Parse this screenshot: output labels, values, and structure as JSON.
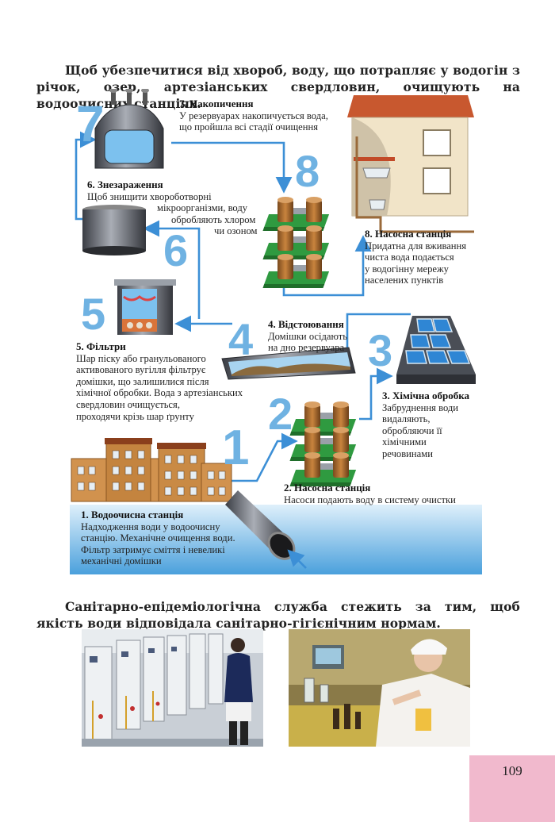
{
  "intro_text": "Щоб убезпечитися від хвороб, воду, що потрапляє у водогін з річок, озер, артезіанських свердловин, очищують на водоочисних станціях.",
  "closing_text": "Санітарно-епідеміологічна служба стежить за тим, щоб якість води відповідала санітарно-гігієнічним нормам.",
  "page_number": "109",
  "colors": {
    "arrow": "#3c8fd6",
    "number": "#6fb2e2",
    "water": "#5aa9e0",
    "page_box": "#f1b9cd",
    "brick": "#b8762e",
    "platform": "#33a244"
  },
  "stages": [
    {
      "num": "1",
      "title": "1. Водоочисна станція",
      "lines": [
        "Надходження води у водоочисну",
        "станцію. Механічне очищення води.",
        "Фільтр затримує сміття і невеликі",
        "механічні домішки"
      ]
    },
    {
      "num": "2",
      "title": "2. Насосна станція",
      "lines": [
        "Насоси подають воду в систему очистки"
      ]
    },
    {
      "num": "3",
      "title": "3. Хімічна обробка",
      "lines": [
        "Забруднення води",
        "видаляють,",
        "обробляючи її",
        "хімічними",
        "речовинами"
      ]
    },
    {
      "num": "4",
      "title": "4. Відстоювання",
      "lines": [
        "Домішки осідають",
        "на дно резервуара"
      ]
    },
    {
      "num": "5",
      "title": "5. Фільтри",
      "lines": [
        "Шар піску або гранульованого",
        "активованого вугілля фільтрує",
        "домішки, що залишилися після",
        "хімічної обробки. Вода з артезіанських",
        "свердловин очищується,",
        "проходячи крізь шар ґрунту"
      ]
    },
    {
      "num": "6",
      "title": "6. Знезараження",
      "lines": [
        "Щоб знищити хвороботворні",
        "мікроорганізми, воду",
        "обробляють хлором",
        "чи озоном"
      ]
    },
    {
      "num": "7",
      "title": "7. Накопичення",
      "lines": [
        "У резервуарах накопичується вода,",
        "що пройшла всі стадії очищення"
      ]
    },
    {
      "num": "8",
      "title": "8. Насосна станція",
      "lines": [
        "Придатна для вживання",
        "чиста вода подається",
        "у водогінну мережу",
        "населених пунктів"
      ]
    }
  ]
}
